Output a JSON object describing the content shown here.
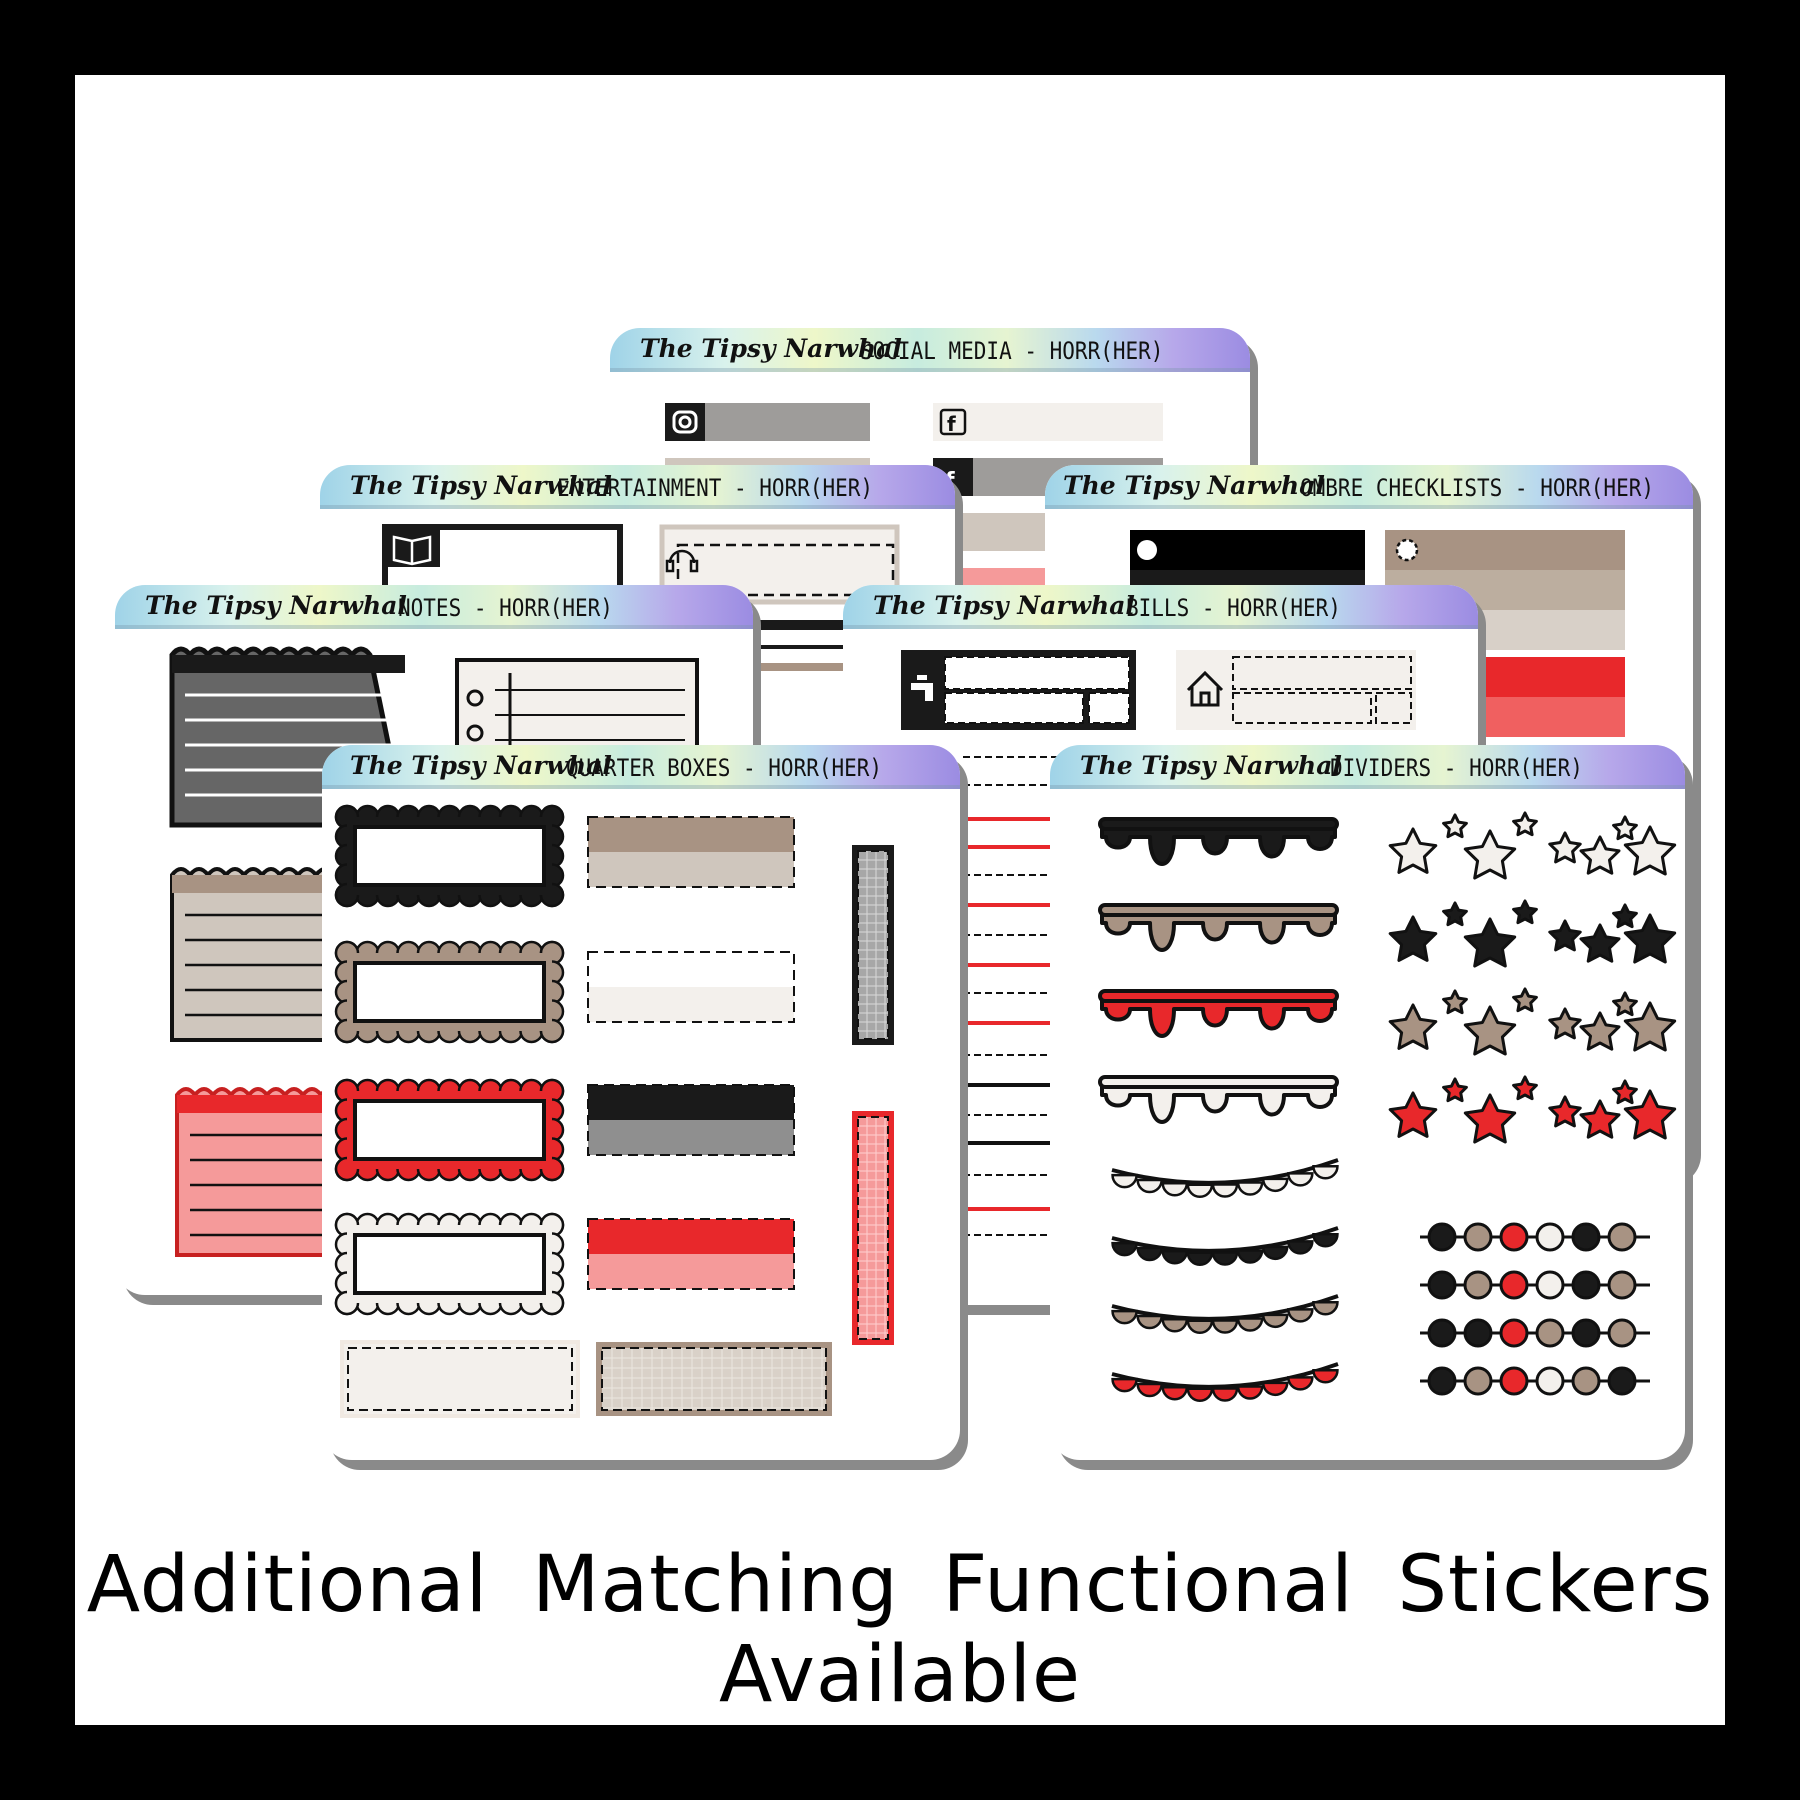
{
  "brand": "The Tipsy Narwhal",
  "sheets": {
    "social_media": {
      "title": "SOCIAL MEDIA - HORR(HER)"
    },
    "entertainment": {
      "title": "ENTERTAINMENT - HORR(HER)"
    },
    "ombre_checklists": {
      "title": "OMBRE CHECKLISTS - HORR(HER)"
    },
    "notes": {
      "title": "NOTES - HORR(HER)"
    },
    "bills": {
      "title": "BILLS - HORR(HER)"
    },
    "quarter_boxes": {
      "title": "QUARTER BOXES - HORR(HER)"
    },
    "dividers": {
      "title": "DIVIDERS - HORR(HER)"
    }
  },
  "caption": "Additional Matching Functional Stickers Available",
  "icons": [
    "instagram-icon",
    "facebook-icon",
    "book-icon",
    "headphones-icon",
    "faucet-icon",
    "house-icon",
    "star-icon"
  ],
  "colors": {
    "black": "#1a1a1a",
    "taupe": "#a89383",
    "light_taupe": "#cfc6bd",
    "cream": "#f3f0ec",
    "gray": "#8f8f8f",
    "red": "#e8282b",
    "pink": "#f59a9a"
  }
}
